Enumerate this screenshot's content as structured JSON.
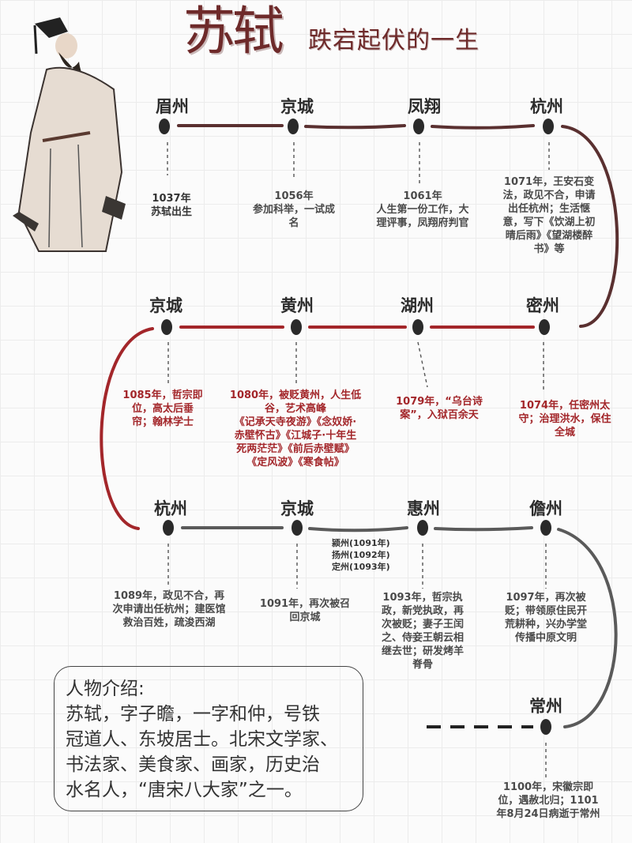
{
  "header": {
    "title": "苏轼",
    "subtitle": "跌宕起伏的一生"
  },
  "figure": {
    "icon": "su-shi-portrait-illustration"
  },
  "timeline": {
    "colors": {
      "row1": "#5a3030",
      "row2": "#a3262a",
      "row3": "#5a5a5a",
      "dot": "#2a2a2a"
    },
    "row1": [
      {
        "city": "眉州",
        "note_lines": [
          "1037年",
          "苏轼出生"
        ]
      },
      {
        "city": "京城",
        "note_lines": [
          "1056年",
          "参加科举，一试成",
          "名"
        ]
      },
      {
        "city": "凤翔",
        "note_lines": [
          "1061年",
          "人生第一份工作，大",
          "理评事，凤翔府判官"
        ]
      },
      {
        "city": "杭州",
        "note_lines": [
          "1071年，王安石变",
          "法，政见不合，申请",
          "出任杭州；生活惬",
          "意，写下《饮湖上初",
          "晴后雨》《望湖楼醉",
          "书》等"
        ]
      }
    ],
    "row2": [
      {
        "city": "京城",
        "note_lines": [
          "1085年，哲宗即",
          "位，高太后垂",
          "帘；翰林学士"
        ]
      },
      {
        "city": "黄州",
        "note_lines": [
          "1080年，被贬黄州，人生低",
          "谷，艺术高峰",
          "《记承天寺夜游》《念奴娇·",
          "赤壁怀古》《江城子·十年生",
          "死两茫茫》《前后赤壁赋》",
          "《定风波》《寒食帖》"
        ]
      },
      {
        "city": "湖州",
        "note_lines": [
          "1079年，“乌台诗",
          "案”，入狱百余天"
        ]
      },
      {
        "city": "密州",
        "note_lines": [
          "1074年，任密州太",
          "守；治理洪水，保住",
          "全城"
        ]
      }
    ],
    "row3": [
      {
        "city": "杭州",
        "note_lines": [
          "1089年，政见不合，再",
          "次申请出任杭州；建医馆",
          "救治百姓，疏浚西湖"
        ]
      },
      {
        "city": "京城",
        "note_lines": [
          "1091年，再次被召",
          "回京城"
        ]
      },
      {
        "city": "惠州",
        "note_lines": [
          "1093年，哲宗执",
          "政，新党执政，再",
          "次被贬；妻子王闰",
          "之、侍妾王朝云相",
          "继去世；研发烤羊",
          "脊骨"
        ]
      },
      {
        "city": "儋州",
        "note_lines": [
          "1097年，再次被",
          "贬；带领原住民开",
          "荒耕种，兴办学堂",
          "传播中原文明"
        ]
      }
    ],
    "side_notes": [
      "颍州(1091年)",
      "扬州(1092年)",
      "定州(1093年)"
    ],
    "final": {
      "city": "常州",
      "note_lines": [
        "1100年，宋徽宗即",
        "位，遇赦北归；1101",
        "年8月24日病逝于常州"
      ]
    }
  },
  "intro": {
    "heading": "人物介绍:",
    "lines": [
      "苏轼，字子瞻，一字和仲，号铁",
      "冠道人、东坡居士。北宋文学家、",
      "书法家、美食家、画家，历史治",
      "水名人，“唐宋八大家”之一。"
    ]
  }
}
